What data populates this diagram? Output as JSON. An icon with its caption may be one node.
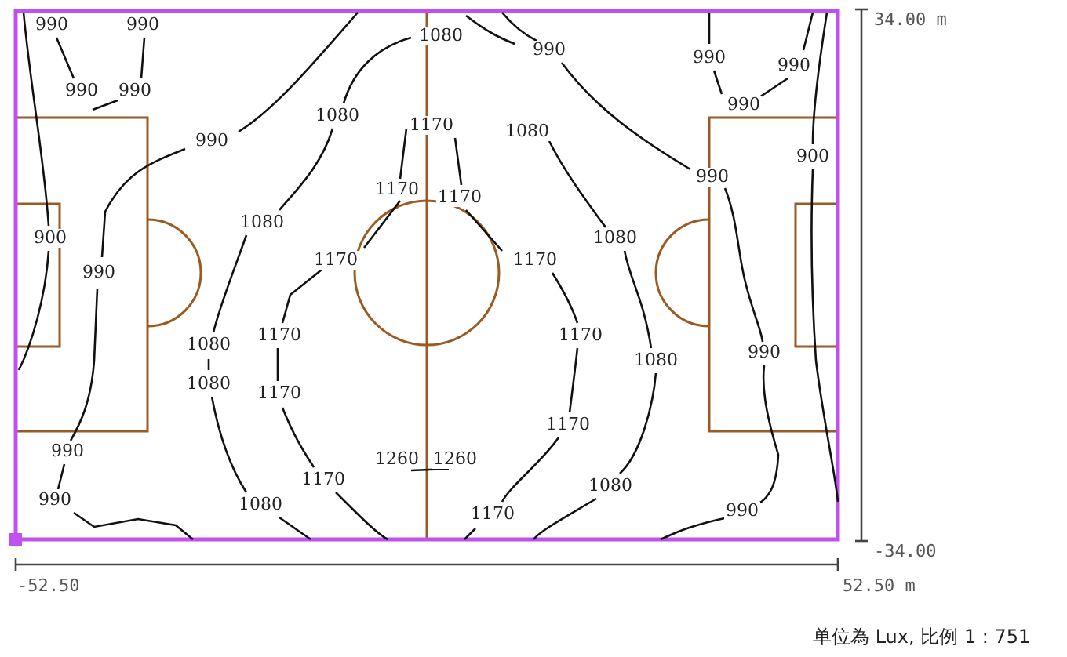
{
  "diagram": {
    "caption": "单位為 Lux, 比例 1 : 751",
    "labels": [
      "990",
      "990",
      "34.00 m",
      "1080",
      "990",
      "990",
      "990",
      "990",
      "990",
      "990",
      "1080",
      "1170",
      "1080",
      "990",
      "900",
      "990",
      "1170",
      "1170",
      "900",
      "1080",
      "1080",
      "1170",
      "1170",
      "990",
      "1170",
      "1170",
      "1080",
      "990",
      "1080",
      "1080",
      "1170",
      "1170",
      "990",
      "1260",
      "1260",
      "1170",
      "1080",
      "990",
      "1080",
      "1170",
      "990",
      "-34.00",
      "-52.50",
      "52.50 m"
    ]
  }
}
